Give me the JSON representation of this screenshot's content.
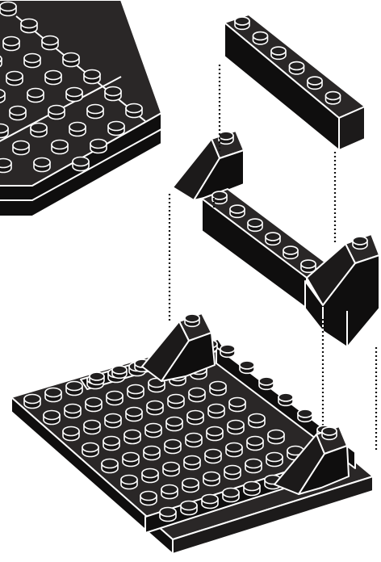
{
  "colors": {
    "brick": "#1c1a1a",
    "outline": "#ffffff",
    "background": "#ffffff",
    "guide": "#111111"
  },
  "parts": [
    {
      "name": "base-plate-upper-left",
      "type": "plate"
    },
    {
      "name": "brick-1x6-top",
      "type": "brick"
    },
    {
      "name": "slope-brick-left",
      "type": "slope"
    },
    {
      "name": "brick-1x6-middle",
      "type": "brick"
    },
    {
      "name": "slope-brick-right",
      "type": "slope"
    },
    {
      "name": "base-plate-bottom",
      "type": "plate"
    },
    {
      "name": "slope-brick-on-base-left",
      "type": "slope"
    },
    {
      "name": "slope-brick-on-base-right",
      "type": "slope"
    }
  ]
}
